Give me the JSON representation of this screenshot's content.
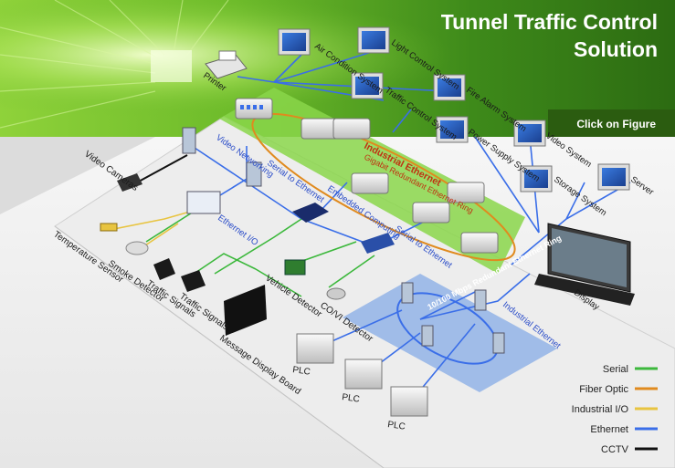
{
  "header": {
    "title_line1": "Tunnel Traffic Control",
    "title_line2": "Solution",
    "click_hint": "Click on Figure"
  },
  "top_systems": {
    "air_condition": "Air Condition System",
    "light_control": "Light Control System",
    "traffic_control": "Traffic Control System",
    "fire_alarm": "Fire Alarm System",
    "power_supply": "Power Supply System",
    "video_system": "Video System",
    "storage_system": "Storage System",
    "server": "Server",
    "printer": "Printer",
    "display": "Display"
  },
  "networks": {
    "industrial_ethernet_ring": "Industrial Ethernet",
    "gigabit_ring": "Gigabit Redundant Ethernet Ring",
    "lower_ring": "10/100 Mbps Redundant Ethernet Ring",
    "industrial_ethernet_right": "Industrial Ethernet"
  },
  "devices": {
    "video_cameras": "Video Cameras",
    "video_networking": "Video Networking",
    "serial_to_ethernet_1": "Serial to Ethernet",
    "embedded_computing": "Embedded Computing",
    "serial_to_ethernet_2": "Serial to Ethernet",
    "ethernet_io": "Ethernet I/O",
    "temperature_sensor": "Temperature Sensor",
    "smoke_detector": "Smoke Detector",
    "traffic_signals_1": "Traffic Signals",
    "traffic_signals_2": "Traffic Signals",
    "vehicle_detector": "Vehicle Detector",
    "co_vi_detector": "CO/VI Detector",
    "message_display_board": "Message Display Board",
    "plc_1": "PLC",
    "plc_2": "PLC",
    "plc_3": "PLC"
  },
  "legend": [
    {
      "label": "Serial",
      "color": "#3cb83c"
    },
    {
      "label": "Fiber Optic",
      "color": "#e08a1e"
    },
    {
      "label": "Industrial I/O",
      "color": "#e8c440"
    },
    {
      "label": "Ethernet",
      "color": "#3a6ee8"
    },
    {
      "label": "CCTV",
      "color": "#111111"
    }
  ]
}
